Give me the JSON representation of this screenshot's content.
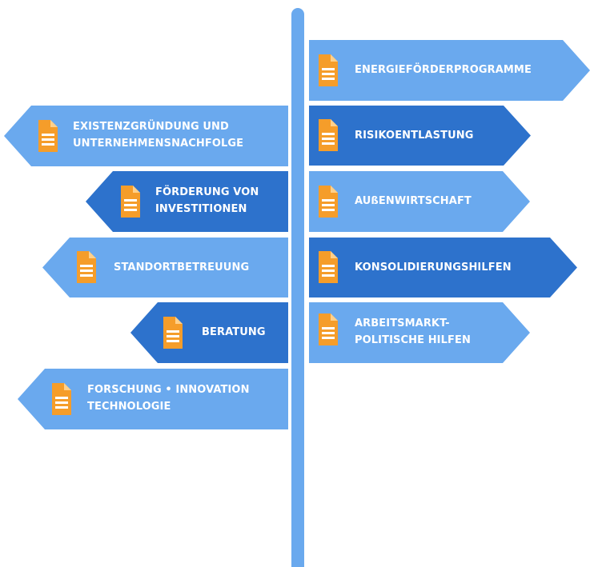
{
  "colors": {
    "light_blue": "#6aa9ee",
    "dark_blue": "#2d72cc",
    "pole": "#6aa9ee",
    "doc_icon": "#f59d2a",
    "doc_lines": "#ffffff"
  },
  "signs_right": [
    {
      "id": "energie",
      "label": "ENERGIEFÖRDERPROGRAMME",
      "color": "light",
      "icon": "document-icon"
    },
    {
      "id": "risiko",
      "label": "RISIKOENTLASTUNG",
      "color": "dark",
      "icon": "document-icon"
    },
    {
      "id": "aussen",
      "label": "AUßENWIRTSCHAFT",
      "color": "light",
      "icon": "document-icon"
    },
    {
      "id": "konsolidierung",
      "label": "KONSOLIDIERUNGSHILFEN",
      "color": "dark",
      "icon": "document-icon"
    },
    {
      "id": "arbeitsmarkt",
      "line1": "ARBEITSMARKT-",
      "line2": "POLITISCHE HILFEN",
      "color": "light",
      "icon": "document-icon"
    }
  ],
  "signs_left": [
    {
      "id": "existenz",
      "line1": "EXISTENZGRÜNDUNG UND",
      "line2": "UNTERNEHMENSNACHFOLGE",
      "color": "light",
      "icon": "document-icon"
    },
    {
      "id": "foerderung",
      "line1": "FÖRDERUNG VON",
      "line2": "INVESTITIONEN",
      "color": "dark",
      "icon": "document-icon"
    },
    {
      "id": "standort",
      "label": "STANDORTBETREUUNG",
      "color": "light",
      "icon": "document-icon"
    },
    {
      "id": "beratung",
      "label": "BERATUNG",
      "color": "dark",
      "icon": "document-icon"
    },
    {
      "id": "forschung",
      "line1": "FORSCHUNG • INNOVATION",
      "line2": "TECHNOLOGIE",
      "color": "light",
      "icon": "document-icon"
    }
  ]
}
